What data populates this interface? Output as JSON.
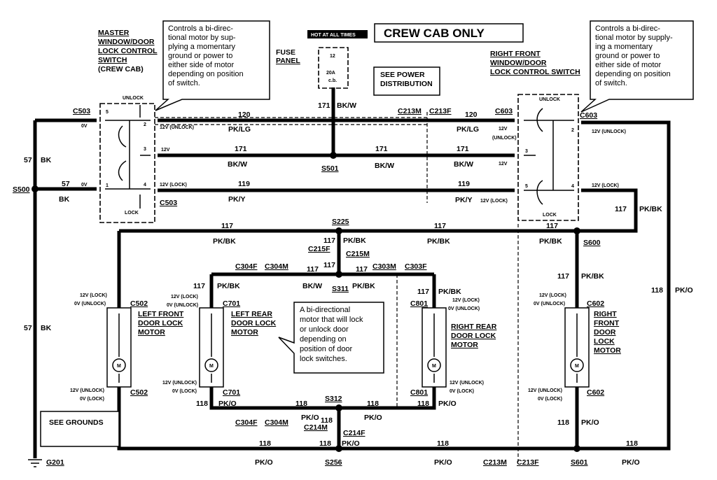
{
  "header": {
    "title": "CREW CAB ONLY",
    "hot": "HOT AT ALL TIMES"
  },
  "fuse": {
    "label1": "FUSE",
    "label2": "PANEL",
    "num": "12",
    "rating": "20A",
    "type": "c.b."
  },
  "power": {
    "line1": "SEE POWER",
    "line2": "DISTRIBUTION"
  },
  "grounds": {
    "label": "SEE GROUNDS"
  },
  "notes": {
    "left_switch": [
      "Controls a bi-direc-",
      "tional motor by sup-",
      "plying a momentary",
      "ground or power to",
      "either side of motor",
      "depending on position",
      "of switch."
    ],
    "right_switch": [
      "Controls a bi-direc-",
      "tional motor by supply-",
      "ing a momentary",
      "ground or power to",
      "either side of motor",
      "depending on position",
      "of switch."
    ],
    "motor": [
      "A bi-directional",
      "motor that will lock",
      "or unlock door",
      "depending on",
      "position of door",
      "lock switches."
    ]
  },
  "components": {
    "master_switch": [
      "MASTER",
      "WINDOW/DOOR",
      "LOCK CONTROL",
      "SWITCH",
      "(CREW CAB)"
    ],
    "right_switch": [
      "RIGHT FRONT",
      "WINDOW/DOOR",
      "LOCK CONTROL SWITCH"
    ],
    "lf_motor": [
      "LEFT FRONT",
      "DOOR LOCK",
      "MOTOR"
    ],
    "lr_motor": [
      "LEFT REAR",
      "DOOR LOCK",
      "MOTOR"
    ],
    "rr_motor": [
      "RIGHT REAR",
      "DOOR LOCK",
      "MOTOR"
    ],
    "rf_motor": [
      "RIGHT",
      "FRONT",
      "DOOR",
      "LOCK",
      "MOTOR"
    ]
  },
  "switch_labels": {
    "unlock": "UNLOCK",
    "lock": "LOCK"
  },
  "connectors": {
    "c503": "C503",
    "c603": "C603",
    "c213m": "C213M",
    "c213f": "C213F",
    "c304f": "C304F",
    "c304m": "C304M",
    "c303m": "C303M",
    "c303f": "C303F",
    "c215f": "C215F",
    "c215m": "C215M",
    "c214m": "C214M",
    "c214f": "C214F",
    "c502": "C502",
    "c701": "C701",
    "c801": "C801",
    "c602": "C602"
  },
  "splices": {
    "s500": "S500",
    "s501": "S501",
    "s225": "S225",
    "s311": "S311",
    "s312": "S312",
    "s256": "S256",
    "s600": "S600",
    "s601": "S601",
    "g201": "G201"
  },
  "wires": {
    "n57": "57",
    "bk": "BK",
    "n120": "120",
    "pklg": "PK/LG",
    "n171": "171",
    "bkw": "BK/W",
    "n119": "119",
    "pky": "PK/Y",
    "n117": "117",
    "pkbk": "PK/BK",
    "n118": "118",
    "pko": "PK/O"
  },
  "volts": {
    "v0": "0V",
    "v12": "12V",
    "v12unlock": "12V (UNLOCK)",
    "v12lock": "12V (LOCK)",
    "v0unlock": "0V (UNLOCK)",
    "v0lock": "0V (LOCK)",
    "unlock_p": "(UNLOCK)"
  },
  "pins": {
    "p1": "1",
    "p2": "2",
    "p3": "3",
    "p4": "4",
    "p5": "5"
  },
  "motor_symbol": "M"
}
